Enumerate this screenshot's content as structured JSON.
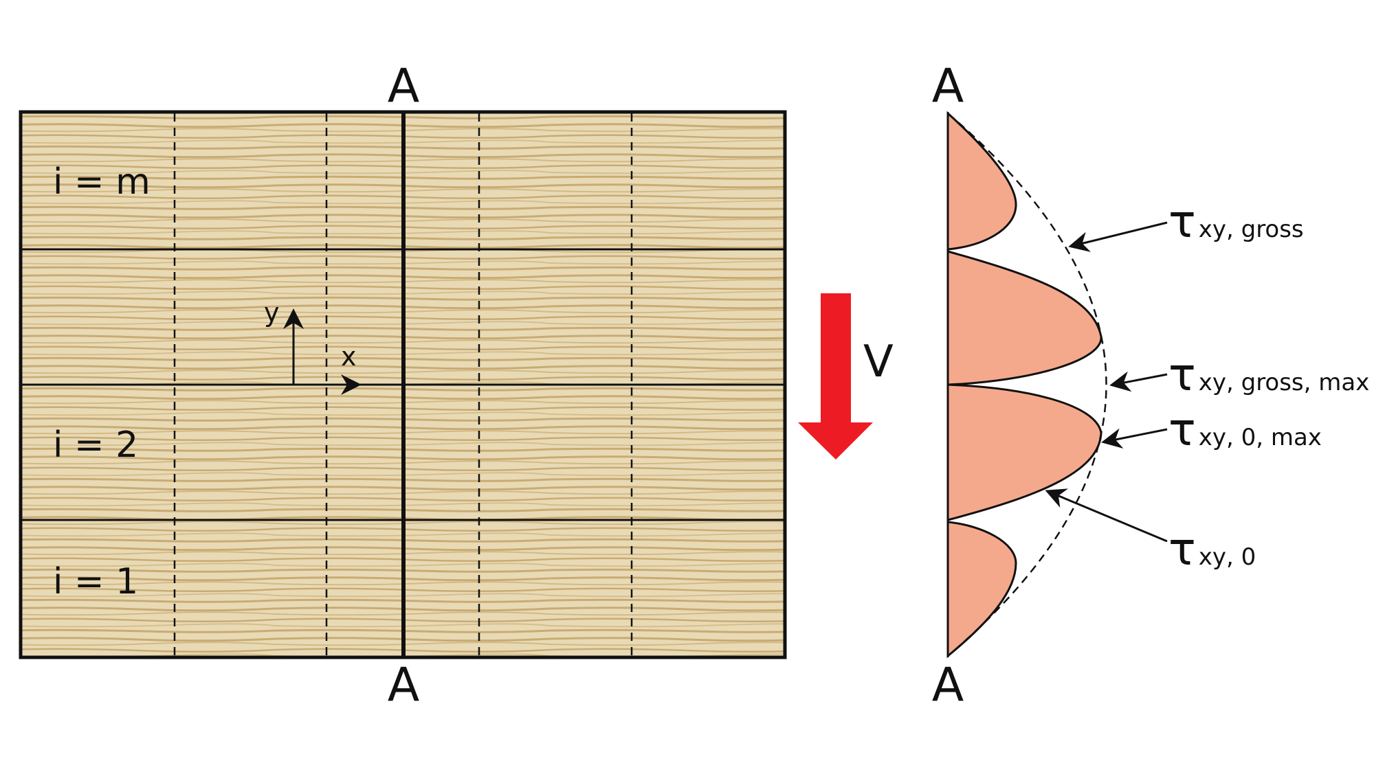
{
  "section_labels": {
    "top": "A",
    "bottom": "A",
    "profile_top": "A",
    "profile_bottom": "A"
  },
  "layers": [
    "i = m",
    "i = 2",
    "i = 1"
  ],
  "axes": {
    "x": "x",
    "y": "y"
  },
  "load": {
    "label": "V",
    "color": "#ed1c24"
  },
  "stress_labels": [
    {
      "symbol": "τ",
      "sub": "xy, gross"
    },
    {
      "symbol": "τ",
      "sub": "xy, gross, max"
    },
    {
      "symbol": "τ",
      "sub": "xy, 0, max"
    },
    {
      "symbol": "τ",
      "sub": "xy, 0"
    }
  ],
  "colors": {
    "wood": "#e9dab6",
    "grain": "#c8ab74",
    "stress_fill": "#f5a98c"
  }
}
